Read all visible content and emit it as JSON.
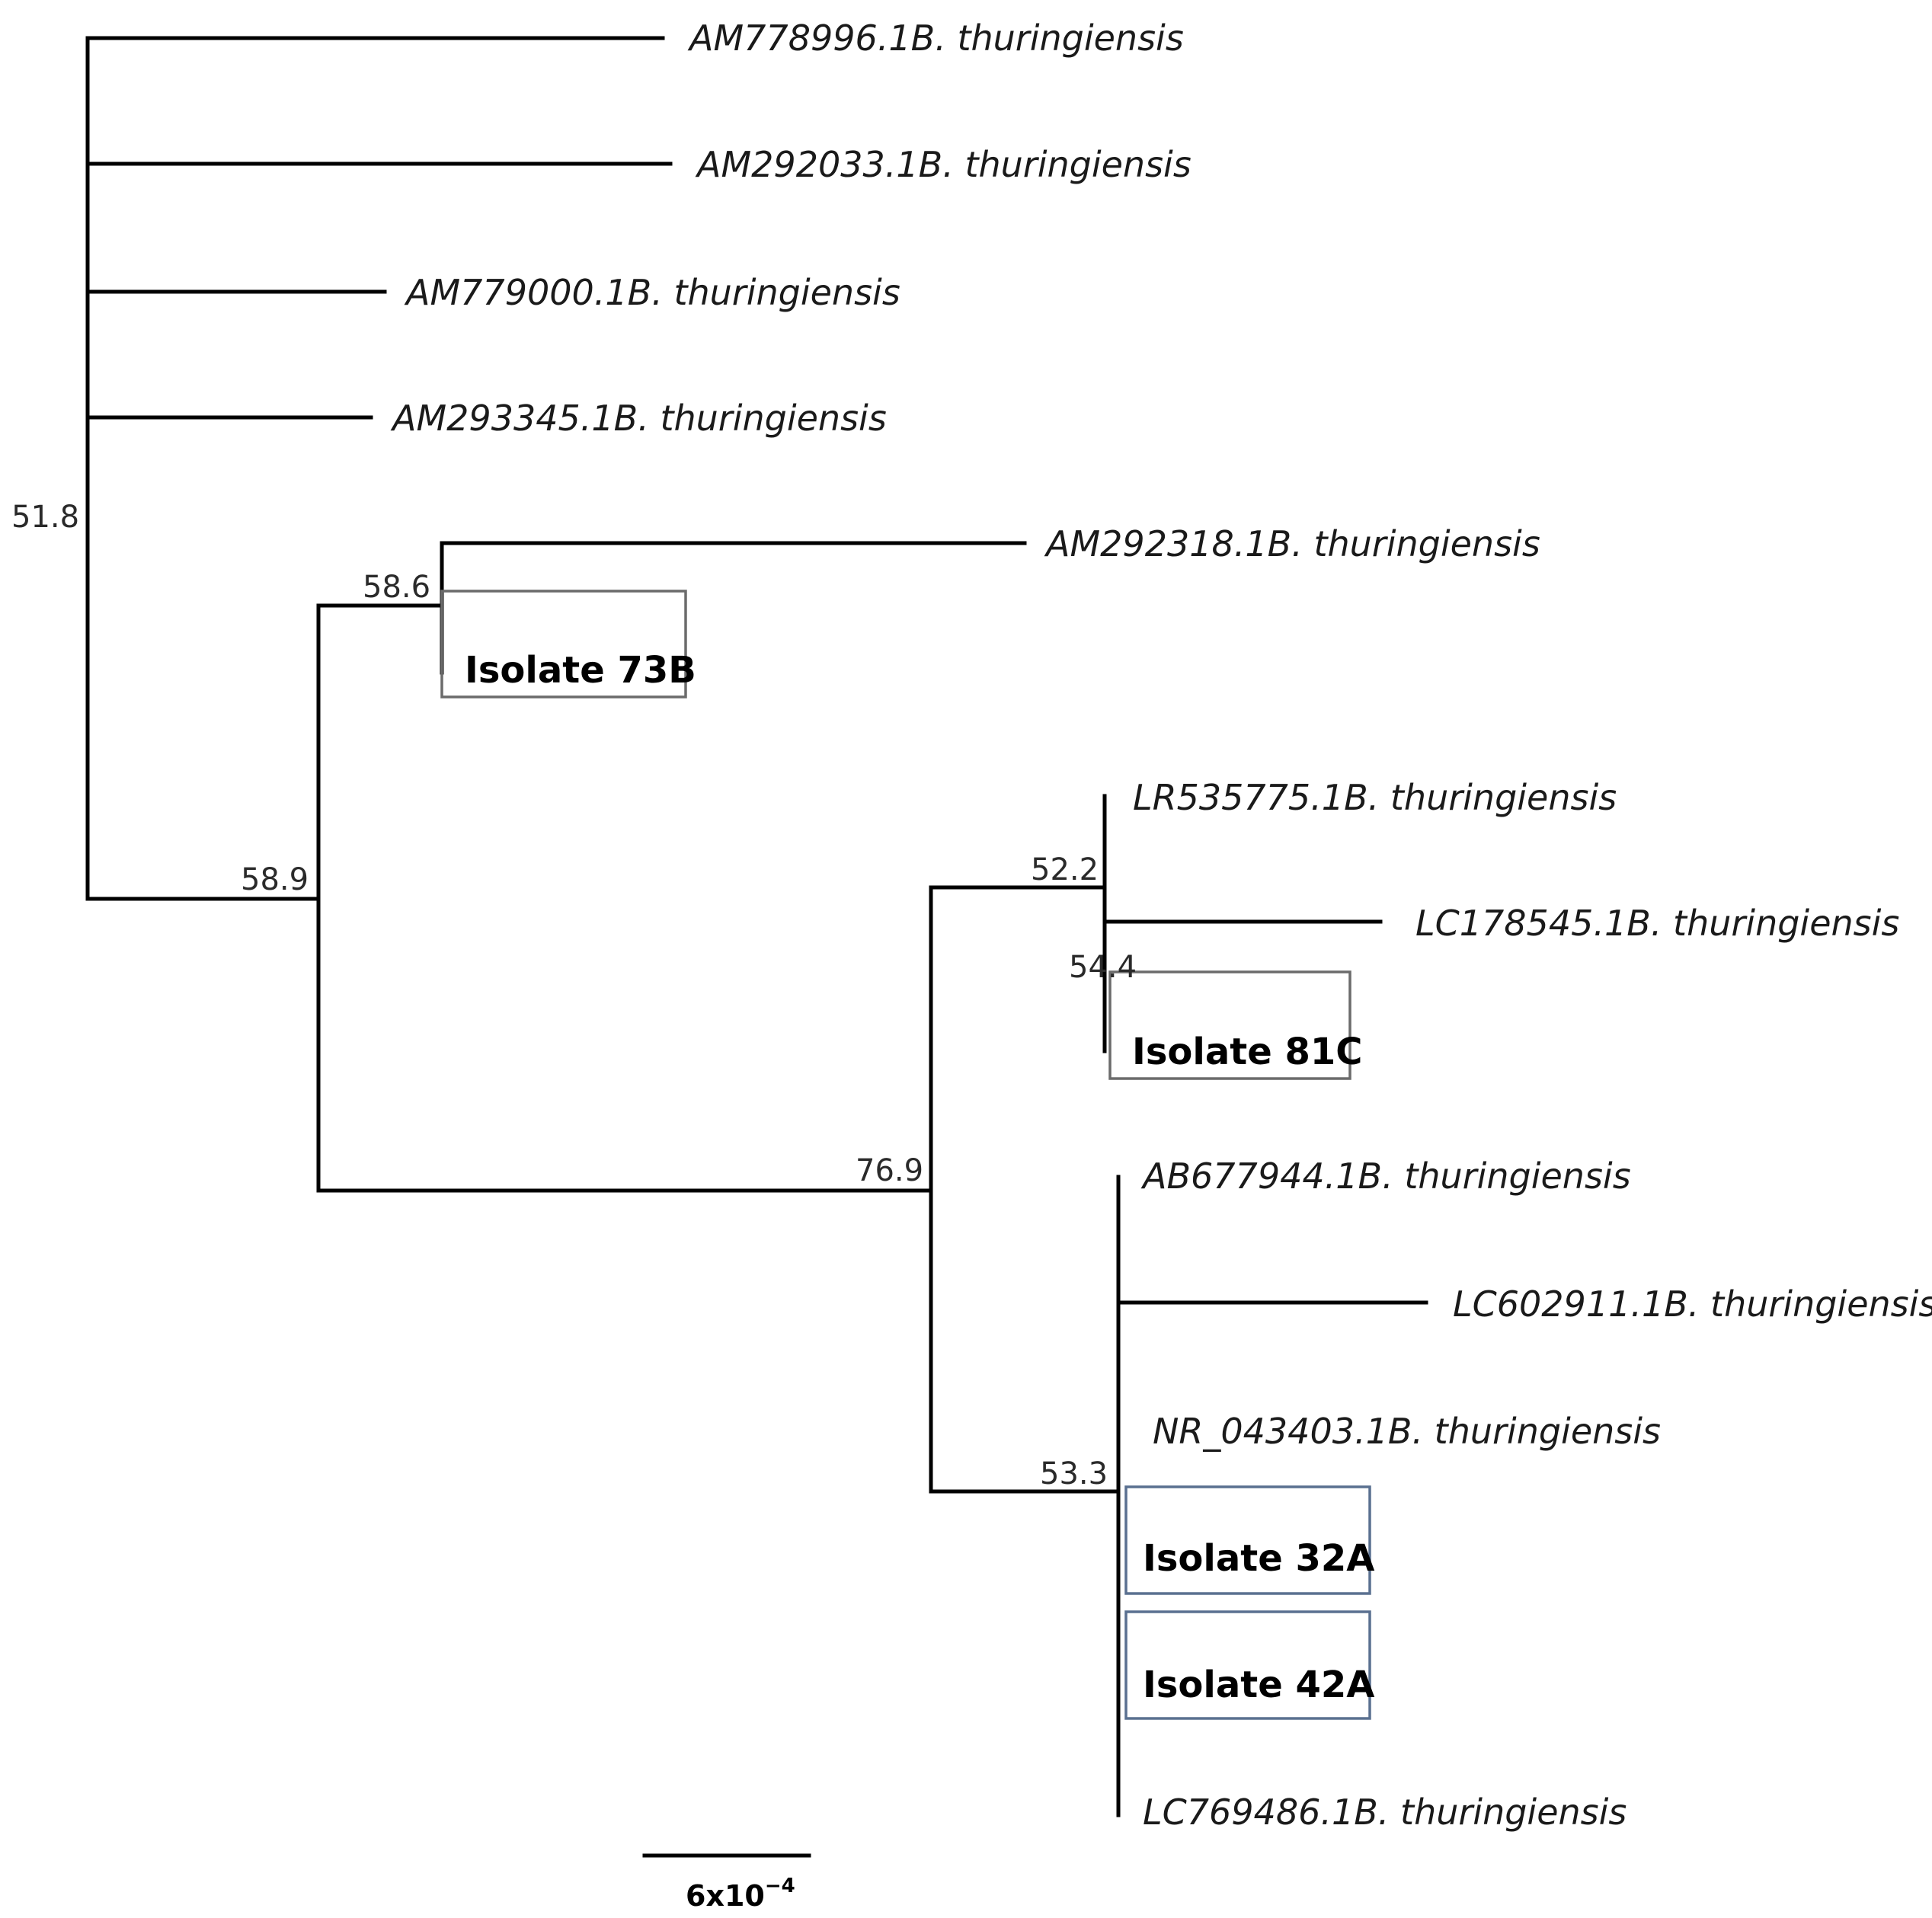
{
  "tree": {
    "leaves": {
      "am778996": "AM778996.1B. thuringiensis",
      "am292033": "AM292033.1B. thuringiensis",
      "am779000": "AM779000.1B. thuringiensis",
      "am293345": "AM293345.1B. thuringiensis",
      "am292318": "AM292318.1B. thuringiensis",
      "lr535775": "LR535775.1B. thuringiensis",
      "lc178545": "LC178545.1B. thuringiensis",
      "ab677944": "AB677944.1B. thuringiensis",
      "lc602911": "LC602911.1B. thuringiensis",
      "nr043403": "NR_043403.1B. thuringiensis",
      "lc769486": "LC769486.1B. thuringiensis"
    },
    "isolates": {
      "i73b": "Isolate 73B",
      "i81c": "Isolate 81C",
      "i32a": "Isolate 32A",
      "i42a": "Isolate 42A"
    },
    "support": {
      "root": "51.8",
      "n589": "58.9",
      "n586": "58.6",
      "n769": "76.9",
      "n522": "52.2",
      "n544": "54.4",
      "n533": "53.3"
    },
    "scale_bar": {
      "base": "6x10",
      "exponent": "−4"
    }
  },
  "colors": {
    "branch": "#000000",
    "isolate_box_gray": "#6b6b6b",
    "isolate_box_blue": "#5a7090"
  }
}
